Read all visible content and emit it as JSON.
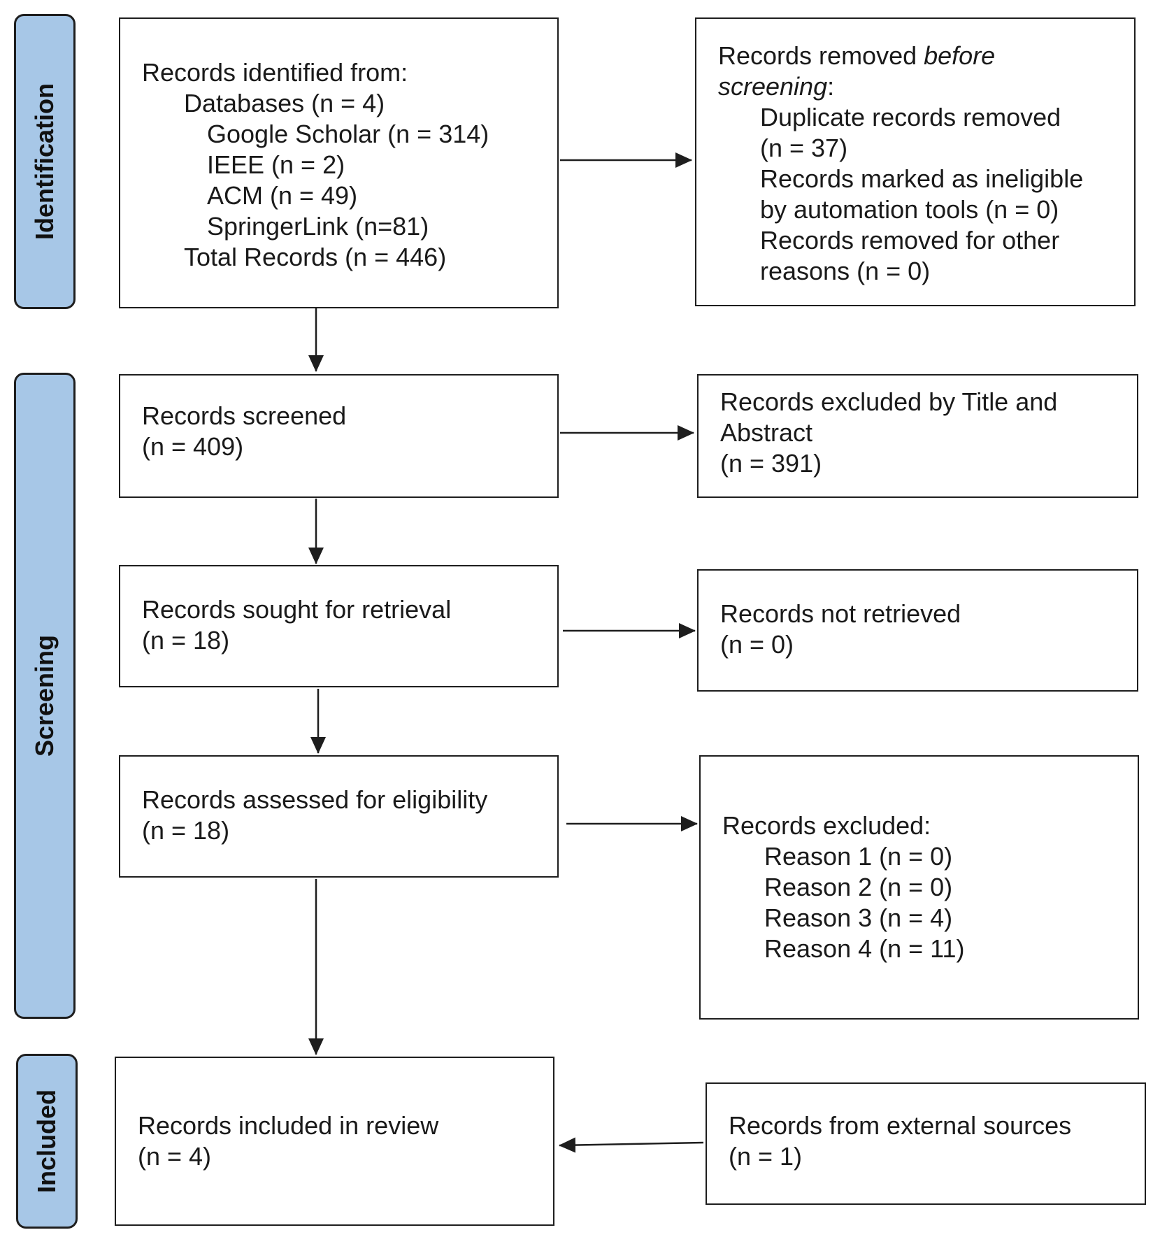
{
  "phases": {
    "identification": "Identification",
    "screening": "Screening",
    "included": "Included"
  },
  "identified": {
    "header": "Records identified from:",
    "databases": "Databases (n = 4)",
    "sources": [
      "Google Scholar (n = 314)",
      "IEEE (n = 2)",
      "ACM (n = 49)",
      "SpringerLink (n=81)"
    ],
    "total": "Total Records (n = 446)"
  },
  "removed": {
    "header_pre": "Records removed ",
    "header_em1": "before",
    "header_em2": "screening",
    "header_post": ":",
    "lines": [
      "Duplicate records removed",
      "(n = 37)",
      "Records marked as ineligible",
      "by automation tools (n = 0)",
      "Records removed for other",
      "reasons (n = 0)"
    ]
  },
  "screened": {
    "label": "Records screened",
    "count": "(n = 409)"
  },
  "excluded_title": {
    "label1": "Records excluded by Title and",
    "label2": "Abstract",
    "count": "(n = 391)"
  },
  "sought": {
    "label": "Records sought for retrieval",
    "count": "(n = 18)"
  },
  "not_retrieved": {
    "label": "Records not retrieved",
    "count": "(n = 0)"
  },
  "assessed": {
    "label": "Records assessed for eligibility",
    "count": "(n = 18)"
  },
  "excluded": {
    "header": "Records excluded:",
    "reasons": [
      "Reason 1 (n = 0)",
      "Reason 2 (n = 0)",
      "Reason 3 (n = 4)",
      "Reason 4 (n = 11)"
    ]
  },
  "included_review": {
    "label": "Records included in review",
    "count": "(n = 4)"
  },
  "external": {
    "label": "Records from external sources",
    "count": "(n = 1)"
  }
}
